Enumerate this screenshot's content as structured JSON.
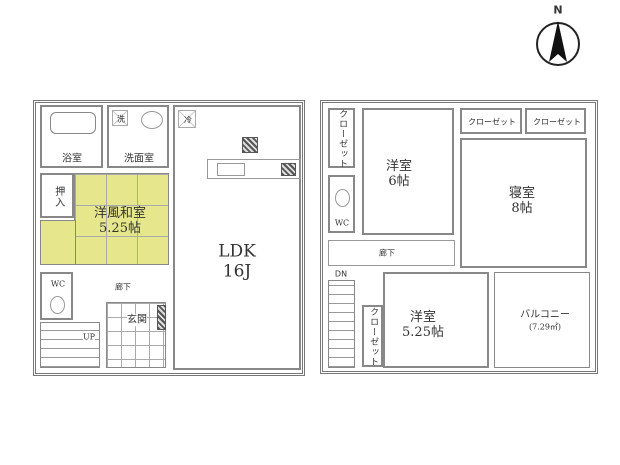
{
  "compass": {
    "label": "N",
    "icon": "north-arrow-icon"
  },
  "floor1": {
    "bath": "浴室",
    "washroom": "洗面室",
    "washer_mark": "洗",
    "fridge_mark": "冷",
    "closet": "押入",
    "japanese_room": {
      "name": "洋風和室",
      "size": "5.25帖"
    },
    "ldk": {
      "name": "LDK",
      "size": "16J"
    },
    "wc": "WC",
    "hallway": "廊下",
    "entrance": "玄関",
    "stairs": "UP",
    "tatami_color": "#e6e68c"
  },
  "floor2": {
    "closet_left": "クローゼット",
    "room6": {
      "name": "洋室",
      "size": "6帖"
    },
    "closet_top1": "クローゼット",
    "closet_top2": "クローゼット",
    "bedroom": {
      "name": "寝室",
      "size": "8帖"
    },
    "wc": "WC",
    "hallway": "廊下",
    "stairs": "DN",
    "closet_bottom": "クローゼット",
    "room525": {
      "name": "洋室",
      "size": "5.25帖"
    },
    "balcony": {
      "name": "バルコニー",
      "area": "(7.29㎡)"
    }
  }
}
